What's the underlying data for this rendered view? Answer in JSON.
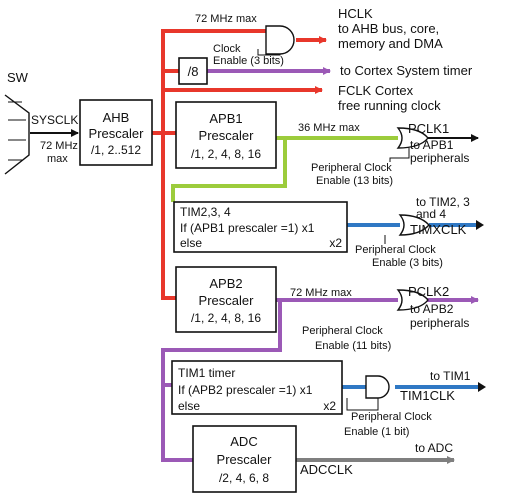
{
  "colors": {
    "red": "#e8372b",
    "purple": "#9b59b6",
    "green": "#9ccc3c",
    "blue": "#2f78c4",
    "gray": "#7f7f7f",
    "black": "#111111"
  },
  "sw": {
    "label": "SW"
  },
  "sysclk": {
    "label": "SYSCLK",
    "max_line1": "72 MHz",
    "max_line2": "max"
  },
  "ahb": {
    "line1": "AHB",
    "line2": "Prescaler",
    "line3": "/1, 2..512"
  },
  "hclk": {
    "max": "72 MHz max",
    "title": "HCLK",
    "desc1": "to AHB bus, core,",
    "desc2": "memory and DMA",
    "enable1": "Clock",
    "enable2": "Enable (3 bits)"
  },
  "systimer": {
    "div": "/8",
    "label": "to Cortex System timer"
  },
  "fclk": {
    "line1": "FCLK Cortex",
    "line2": "free running clock"
  },
  "apb1": {
    "line1": "APB1",
    "line2": "Prescaler",
    "line3": "/1, 2, 4, 8, 16",
    "max": "36 MHz max",
    "out1": "PCLK1",
    "out2": "to APB1",
    "out3": "peripherals",
    "enable1": "Peripheral Clock",
    "enable2": "Enable (13 bits)"
  },
  "tim234": {
    "line1": "TIM2,3, 4",
    "line2": "If (APB1 prescaler =1) x1",
    "line3a": "else",
    "line3b": "x2",
    "out1": "to TIM2, 3",
    "out2": "and 4",
    "out3": "TIMXCLK",
    "enable1": "Peripheral Clock",
    "enable2": "Enable (3 bits)"
  },
  "apb2": {
    "line1": "APB2",
    "line2": "Prescaler",
    "line3": "/1, 2, 4, 8, 16",
    "max": "72 MHz max",
    "out1": "PCLK2",
    "out2": "to APB2",
    "out3": "peripherals",
    "enable1": "Peripheral Clock",
    "enable2": "Enable (11 bits)"
  },
  "tim1": {
    "line1": "TIM1 timer",
    "line2": "If (APB2 prescaler =1) x1",
    "line3a": "else",
    "line3b": "x2",
    "out1": "to TIM1",
    "out2": "TIM1CLK",
    "enable1": "Peripheral Clock",
    "enable2": "Enable (1 bit)"
  },
  "adc": {
    "line1": "ADC",
    "line2": "Prescaler",
    "line3": "/2, 4, 6, 8",
    "out1": "to ADC",
    "out2": "ADCCLK"
  }
}
